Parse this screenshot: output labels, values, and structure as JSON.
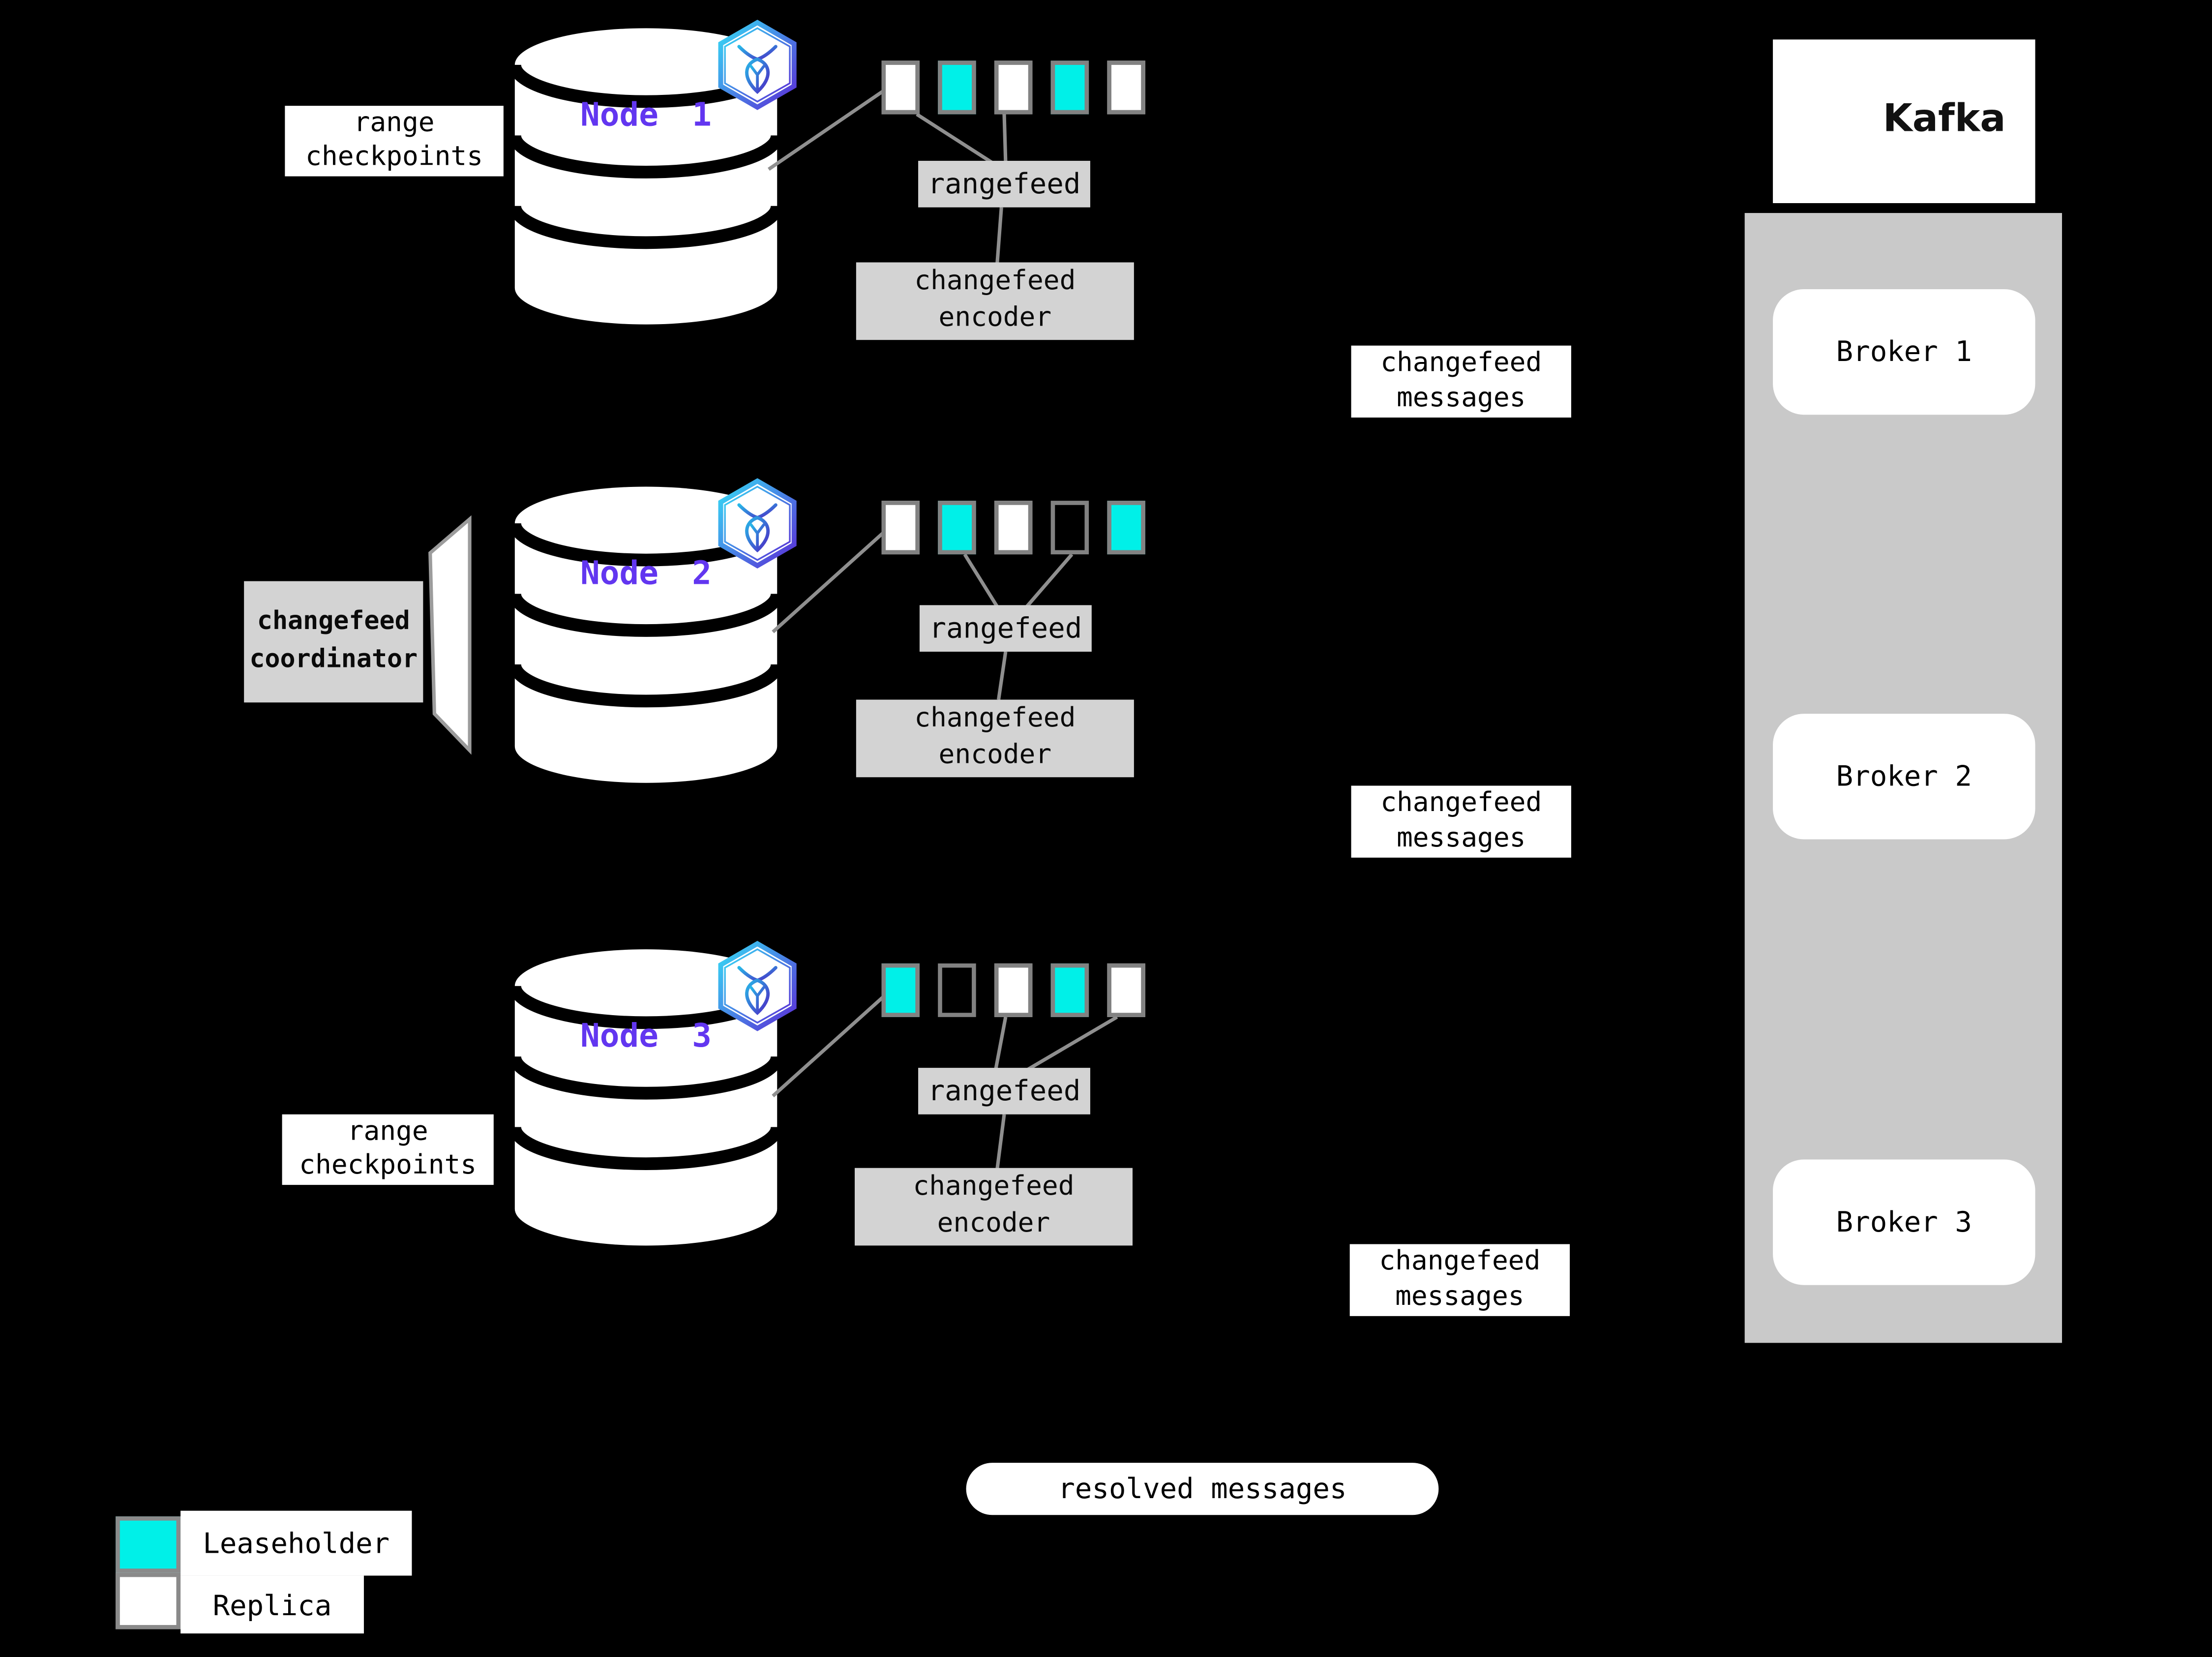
{
  "labels": {
    "rangefeed": "rangefeed",
    "encoder_line1": "changefeed",
    "encoder_line2": "encoder",
    "messages_line1": "changefeed",
    "messages_line2": "messages",
    "checkpoints_line1": "range",
    "checkpoints_line2": "checkpoints",
    "coordinator_line1": "changefeed",
    "coordinator_line2": "coordinator",
    "resolved": "resolved messages"
  },
  "kafka": {
    "title": "Kafka"
  },
  "brokers": [
    "Broker 1",
    "Broker 2",
    "Broker 3"
  ],
  "nodes": [
    {
      "name": "Node 1",
      "ranges": [
        "replica",
        "leaseholder",
        "replica",
        "leaseholder",
        "replica"
      ]
    },
    {
      "name": "Node 2",
      "ranges": [
        "replica",
        "leaseholder",
        "replica",
        "empty",
        "leaseholder"
      ]
    },
    {
      "name": "Node 3",
      "ranges": [
        "leaseholder",
        "empty",
        "replica",
        "leaseholder",
        "replica"
      ]
    }
  ],
  "legend": [
    {
      "swatch": "leaseholder",
      "label": "Leaseholder"
    },
    {
      "swatch": "replica",
      "label": "Replica"
    }
  ],
  "colors": {
    "background": "#000000",
    "leaseholder_fill": "#00f0e8",
    "replica_fill": "#ffffff",
    "node_text": "#6236f0",
    "box_gray": "#d3d3d3",
    "container_gray": "#c9c9c9"
  }
}
